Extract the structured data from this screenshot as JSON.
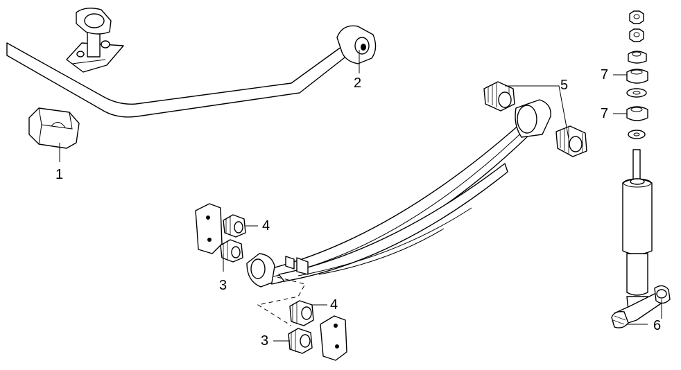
{
  "callouts": {
    "c1": "1",
    "c2": "2",
    "c3a": "3",
    "c3b": "3",
    "c4a": "4",
    "c4b": "4",
    "c5": "5",
    "c6": "6",
    "c7a": "7",
    "c7b": "7"
  },
  "colors": {
    "line": "#000000",
    "background": "#ffffff"
  }
}
